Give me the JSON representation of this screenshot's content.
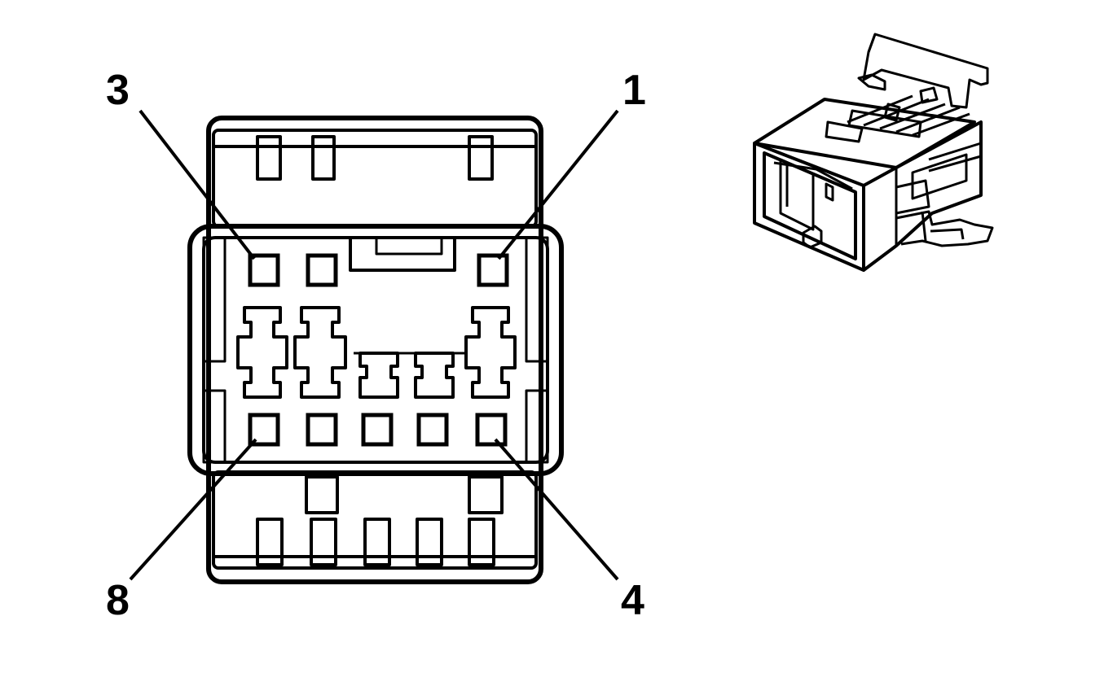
{
  "pin_labels": {
    "top_left": "3",
    "top_right": "1",
    "bottom_left": "8",
    "bottom_right": "4"
  }
}
